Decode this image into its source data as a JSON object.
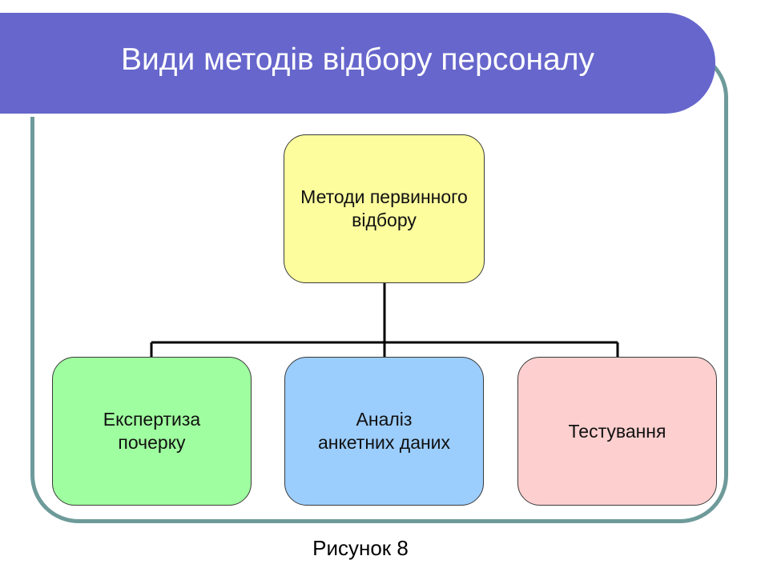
{
  "title": "Види методів відбору персоналу",
  "diagram": {
    "root": {
      "line1": "Методи первинного",
      "line2": "відбору"
    },
    "children": [
      {
        "line1": "Експертиза",
        "line2": "почерку",
        "color": "#9ffe9f"
      },
      {
        "line1": "Аналіз",
        "line2": "анкетних даних",
        "color": "#9bcdfd"
      },
      {
        "line1": "Тестування",
        "line2": "",
        "color": "#fdcfcf"
      }
    ],
    "root_color": "#fdfd9d"
  },
  "caption": "Рисунок 8",
  "colors": {
    "title_bar": "#6666cc",
    "frame": "#6e9a9a",
    "connector": "#000000"
  }
}
